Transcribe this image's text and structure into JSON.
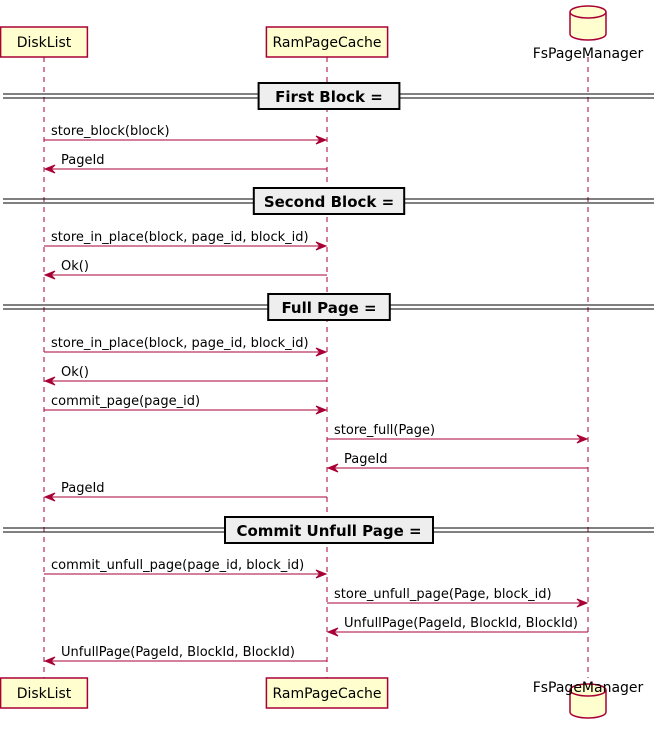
{
  "participants": [
    {
      "id": "disklist",
      "label": "DiskList",
      "type": "participant"
    },
    {
      "id": "rampagecache",
      "label": "RamPageCache",
      "type": "participant"
    },
    {
      "id": "fspagemanager",
      "label": "FsPageManager",
      "type": "database"
    }
  ],
  "sections": [
    {
      "label": "First Block ="
    },
    {
      "label": "Second Block ="
    },
    {
      "label": "Full Page ="
    },
    {
      "label": "Commit Unfull Page ="
    }
  ],
  "messages": [
    {
      "from": "disklist",
      "to": "rampagecache",
      "label": "store_block(block)"
    },
    {
      "from": "rampagecache",
      "to": "disklist",
      "label": "PageId"
    },
    {
      "from": "disklist",
      "to": "rampagecache",
      "label": "store_in_place(block, page_id, block_id)"
    },
    {
      "from": "rampagecache",
      "to": "disklist",
      "label": "Ok()"
    },
    {
      "from": "disklist",
      "to": "rampagecache",
      "label": "store_in_place(block, page_id, block_id)"
    },
    {
      "from": "rampagecache",
      "to": "disklist",
      "label": "Ok()"
    },
    {
      "from": "disklist",
      "to": "rampagecache",
      "label": "commit_page(page_id)"
    },
    {
      "from": "rampagecache",
      "to": "fspagemanager",
      "label": "store_full(Page)"
    },
    {
      "from": "fspagemanager",
      "to": "rampagecache",
      "label": "PageId"
    },
    {
      "from": "rampagecache",
      "to": "disklist",
      "label": "PageId"
    },
    {
      "from": "disklist",
      "to": "rampagecache",
      "label": "commit_unfull_page(page_id, block_id)"
    },
    {
      "from": "rampagecache",
      "to": "fspagemanager",
      "label": "store_unfull_page(Page, block_id)"
    },
    {
      "from": "fspagemanager",
      "to": "rampagecache",
      "label": "UnfullPage(PageId, BlockId, BlockId)"
    },
    {
      "from": "rampagecache",
      "to": "disklist",
      "label": "UnfullPage(PageId, BlockId, BlockId)"
    }
  ],
  "colors": {
    "participant_fill": "#FEFECE",
    "participant_border": "#A80036",
    "arrow": "#A80036",
    "separator_fill": "#EEEEEE"
  }
}
